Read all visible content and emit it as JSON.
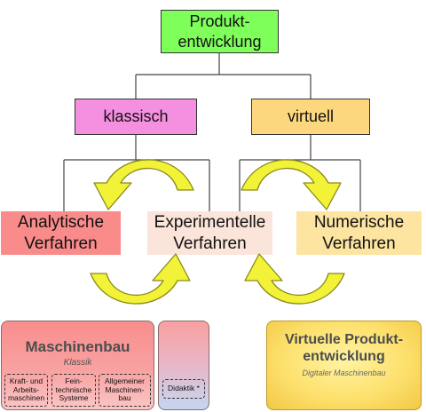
{
  "nodes": {
    "root": {
      "line1": "Produkt-",
      "line2": "entwicklung"
    },
    "classic": "klassisch",
    "virtual": "virtuell",
    "analytic": {
      "line1": "Analytische",
      "line2": "Verfahren"
    },
    "experimental": {
      "line1": "Experimentelle",
      "line2": "Verfahren"
    },
    "numeric": {
      "line1": "Numerische",
      "line2": "Verfahren"
    }
  },
  "panels": {
    "maschinenbau": {
      "title": "Maschinenbau",
      "subtitle": "Klassik",
      "items": [
        [
          "Kraft- und",
          "Arbeits-",
          "maschinen"
        ],
        [
          "Fein-",
          "technische",
          "Systeme"
        ],
        [
          "Allgemeiner",
          "Maschinen-",
          "bau"
        ]
      ]
    },
    "didaktik": {
      "label": "Didaktik *"
    },
    "virtuelle": {
      "title_line1": "Virtuelle Produkt-",
      "title_line2": "entwicklung",
      "subtitle": "Digitaler Maschinenbau"
    }
  },
  "colors": {
    "root": "#7fff5a",
    "classic": "#f58fe0",
    "virtual": "#fdd77e",
    "analytic": "#fa8b8b",
    "experimental": "#fbe4d9",
    "numeric": "#fde4a0",
    "arrow_fill": "#f2f238",
    "arrow_stroke": "#8a8a1a"
  },
  "icons": [
    "curved-arrow-icon"
  ]
}
